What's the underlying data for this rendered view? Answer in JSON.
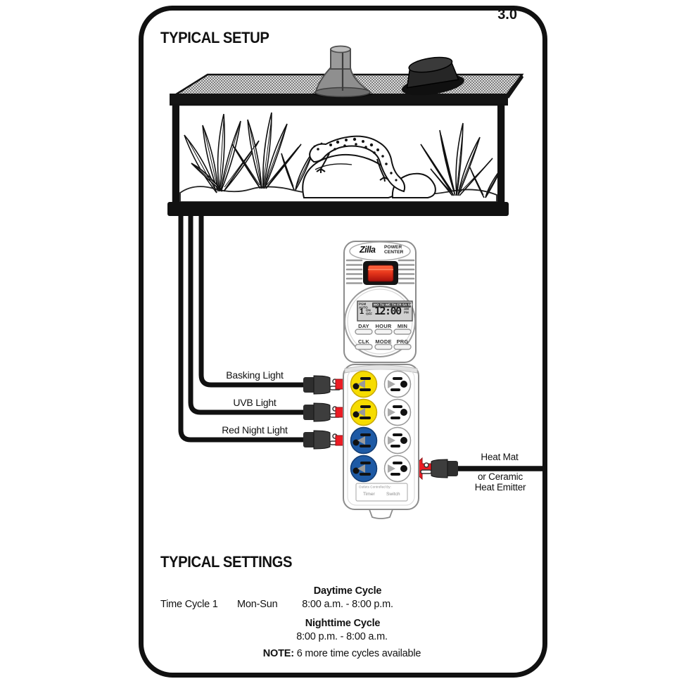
{
  "page": {
    "revision": "3.0"
  },
  "setup_section": {
    "title": "TYPICAL SETUP"
  },
  "power_center": {
    "brand": "Zilla",
    "product_line1": "POWER",
    "product_line2": "CENTER",
    "lcd": {
      "mode_top": "PGM",
      "mode_bottom": "AUTO",
      "days": "MO TU WE TH FR SA SU",
      "program_number": "1",
      "on": "ON",
      "off": "OFF",
      "time": "12:00",
      "am": "AM",
      "pm": "PM"
    },
    "buttons": {
      "day": "DAY",
      "hour": "HOUR",
      "min": "MIN",
      "clk": "CLK",
      "mode": "MODE",
      "prg": "PRG"
    },
    "outlet_legend": {
      "title": "Outlets Controlled By:",
      "left": "Timer",
      "right": "Switch"
    }
  },
  "connections": {
    "basking": "Basking Light",
    "uvb": "UVB Light",
    "red_night": "Red Night Light",
    "heat_line1": "Heat Mat",
    "heat_line2": "or Ceramic",
    "heat_line3": "Heat Emitter"
  },
  "settings_section": {
    "title": "TYPICAL SETTINGS",
    "row": {
      "cycle": "Time Cycle 1",
      "days": "Mon-Sun"
    },
    "daytime_heading": "Daytime Cycle",
    "daytime_time": "8:00 a.m. - 8:00 p.m.",
    "nighttime_heading": "Nighttime Cycle",
    "nighttime_time": "8:00 p.m. - 8:00 a.m.",
    "note_label": "NOTE:",
    "note_text": "6 more time cycles available"
  },
  "colors": {
    "arrow_red": "#ec1c24",
    "outlet_yellow": "#f6dc00",
    "outlet_blue": "#1e5aa5",
    "switch_red": "#e8381c"
  }
}
